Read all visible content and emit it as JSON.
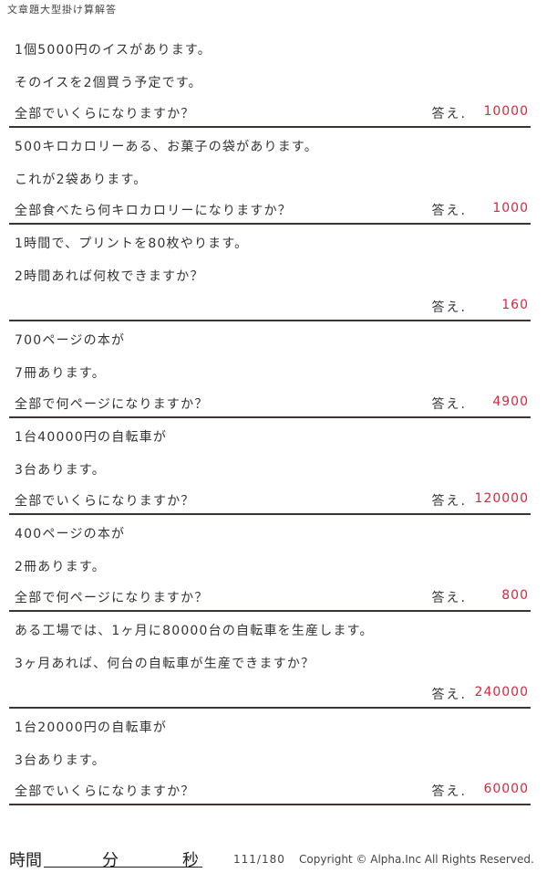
{
  "header": {
    "title": "文章題大型掛け算解答"
  },
  "answer_label": "答え.",
  "colors": {
    "answer": "#e0253c",
    "rule": "#3a3533"
  },
  "problems": [
    {
      "lines": [
        "1個5000円のイスがあります。",
        "そのイスを2個買う予定です。",
        "全部でいくらになりますか？"
      ],
      "answer": "10000"
    },
    {
      "lines": [
        "500キロカロリーある、お菓子の袋があります。",
        "これが2袋あります。",
        "全部食べたら何キロカロリーになりますか？"
      ],
      "answer": "1000"
    },
    {
      "lines": [
        "1時間で、プリントを80枚やります。",
        "2時間あれば何枚できますか？",
        ""
      ],
      "answer": "160"
    },
    {
      "lines": [
        "700ページの本が",
        "7冊あります。",
        "全部で何ページになりますか？"
      ],
      "answer": "4900"
    },
    {
      "lines": [
        "1台40000円の自転車が",
        "3台あります。",
        "全部でいくらになりますか？"
      ],
      "answer": "120000"
    },
    {
      "lines": [
        "400ページの本が",
        "2冊あります。",
        "全部で何ページになりますか？"
      ],
      "answer": "800"
    },
    {
      "lines": [
        "ある工場では、1ヶ月に80000台の自転車を生産します。",
        "3ヶ月あれば、何台の自転車が生産できますか？",
        ""
      ],
      "answer": "240000"
    },
    {
      "lines": [
        "1台20000円の自転車が",
        "3台あります。",
        "全部でいくらになりますか？"
      ],
      "answer": "60000"
    }
  ],
  "footer": {
    "time_label": "時間",
    "minutes_label": "分",
    "seconds_label": "秒",
    "page": "111/180",
    "copyright": "Copyright ©  Alpha.Inc All Rights Reserved."
  }
}
